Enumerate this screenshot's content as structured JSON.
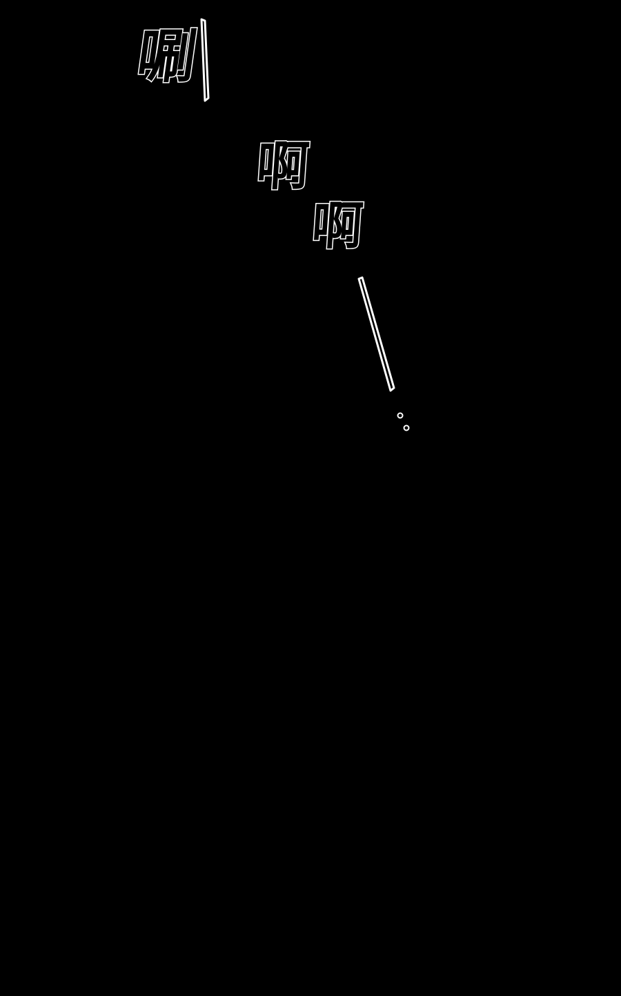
{
  "panel": {
    "background_color": "#000000",
    "outline_color": "#ffffff"
  },
  "sfx": [
    {
      "text": "唰"
    },
    {
      "text": "啊"
    },
    {
      "text": "啊"
    }
  ],
  "trailing_mark": {
    "dash": "—",
    "dots": "。。"
  }
}
